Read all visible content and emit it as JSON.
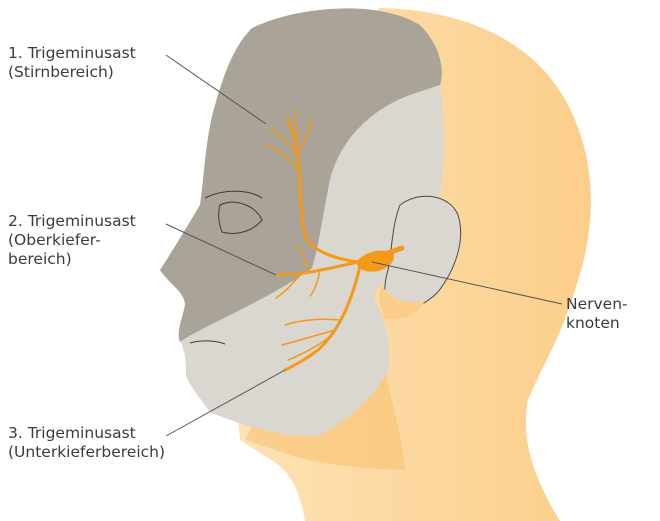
{
  "labels": {
    "branch1": {
      "line1": "1. Trigeminusast",
      "line2": "(Stirnbereich)"
    },
    "branch2": {
      "line1": "2. Trigeminusast",
      "line2": "(Oberkiefer-",
      "line3": "bereich)"
    },
    "branch3": {
      "line1": "3. Trigeminusast",
      "line2": "(Unterkieferbereich)"
    },
    "ganglion": {
      "line1": "Nerven-",
      "line2": "knoten"
    }
  },
  "colors": {
    "skin": "#FCCE8A",
    "skin_light": "#FDE2B5",
    "skin_shadow": "#F7BF6E",
    "head_dark": "#A9A398",
    "head_light": "#DAD6D0",
    "nerve": "#F39A1B",
    "leader_line": "#555555",
    "text": "#3C3C3C"
  }
}
